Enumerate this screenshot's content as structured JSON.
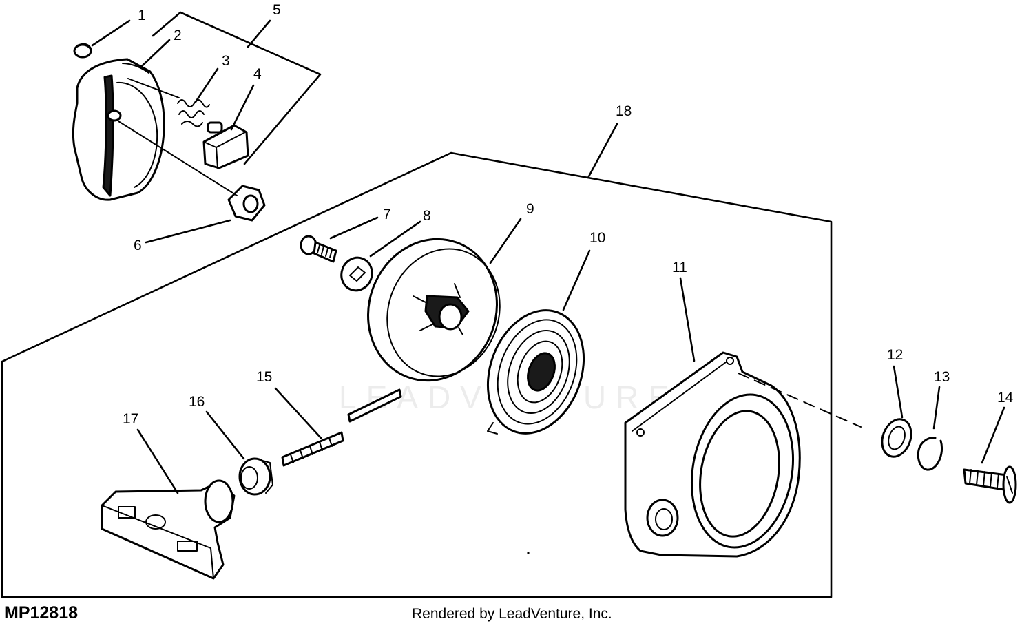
{
  "diagram": {
    "figure_id": "MP12818",
    "credit": "Rendered by LeadVenture, Inc.",
    "watermark": "LEADVENTURE",
    "callouts": {
      "c1": "1",
      "c2": "2",
      "c3": "3",
      "c4": "4",
      "c5": "5",
      "c6": "6",
      "c7": "7",
      "c8": "8",
      "c9": "9",
      "c10": "10",
      "c11": "11",
      "c12": "12",
      "c13": "13",
      "c14": "14",
      "c15": "15",
      "c16": "16",
      "c17": "17",
      "c18": "18"
    }
  }
}
